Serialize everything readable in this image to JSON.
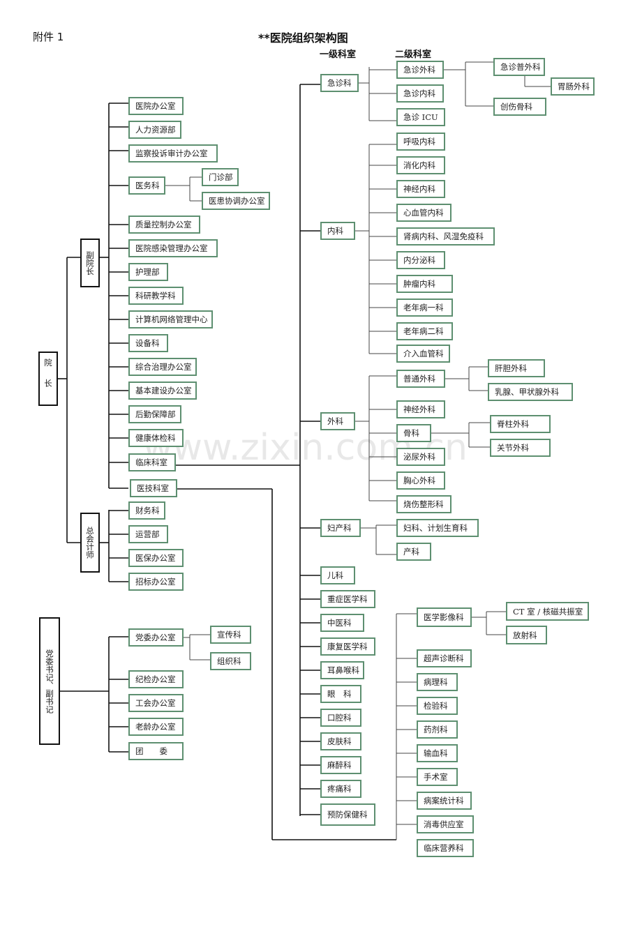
{
  "attachment": "附件 1",
  "title": "**医院组织架构图",
  "col_headers": {
    "level1": "一级科室",
    "level2": "二级科室"
  },
  "watermark": "www.zixin.com.cn",
  "colors": {
    "box_border": "#5d8f70",
    "line": "#111111"
  },
  "president": "院长",
  "vice_president": {
    "label": "副院长",
    "units": [
      "医院办公室",
      "人力资源部",
      "监察投诉审计办公室",
      "医务科",
      "门诊部",
      "医患协调办公室",
      "质量控制办公室",
      "医院感染管理办公室",
      "护理部",
      "科研教学科",
      "计算机网络管理中心",
      "设备科",
      "综合治理办公室",
      "基本建设办公室",
      "后勤保障部",
      "健康体检科",
      "临床科室",
      "医技科室"
    ]
  },
  "chief_accountant": {
    "label": "总会计师",
    "units": [
      "财务科",
      "运营部",
      "医保办公室",
      "招标办公室"
    ]
  },
  "party": {
    "label": "党委书记、副书记",
    "units": [
      "党委办公室",
      "宣传科",
      "组织科",
      "纪检办公室",
      "工会办公室",
      "老龄办公室",
      "团　　委"
    ]
  },
  "clinical": {
    "level1": [
      "急诊科",
      "内科",
      "外科",
      "妇产科",
      "儿科",
      "重症医学科",
      "中医科",
      "康复医学科",
      "耳鼻喉科",
      "眼　科",
      "口腔科",
      "皮肤科",
      "麻醉科",
      "疼痛科",
      "预防保健科"
    ],
    "emergency": [
      "急诊外科",
      "急诊内科",
      "急诊 ICU",
      "急诊普外科",
      "胃肠外科",
      "创伤骨科"
    ],
    "internal": [
      "呼吸内科",
      "消化内科",
      "神经内科",
      "心血管内科",
      "肾病内科、风湿免疫科",
      "内分泌科",
      "肿瘤内科",
      "老年病一科",
      "老年病二科",
      "介入血管科"
    ],
    "surgery": [
      "普通外科",
      "神经外科",
      "骨科",
      "泌尿外科",
      "胸心外科",
      "烧伤整形科",
      "肝胆外科",
      "乳腺、甲状腺外科",
      "脊柱外科",
      "关节外科"
    ],
    "obgyn": [
      "妇科、计划生育科",
      "产科"
    ]
  },
  "medtech": [
    "医学影像科",
    "CT 室 / 核磁共振室",
    "放射科",
    "超声诊断科",
    "病理科",
    "检验科",
    "药剂科",
    "输血科",
    "手术室",
    "病案统计科",
    "消毒供应室",
    "临床营养科"
  ]
}
